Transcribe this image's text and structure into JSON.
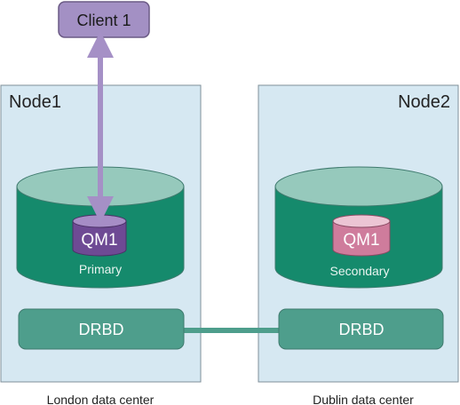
{
  "client": {
    "label": "Client 1"
  },
  "nodes": [
    {
      "label": "Node1",
      "qm_label": "QM1",
      "role": "Primary",
      "drbd_label": "DRBD",
      "datacenter": "London data center"
    },
    {
      "label": "Node2",
      "qm_label": "QM1",
      "role": "Secondary",
      "drbd_label": "DRBD",
      "datacenter": "Dublin data center"
    }
  ],
  "colors": {
    "node_fill": "#d6e8f2",
    "node_stroke": "#7f8f99",
    "disk_body": "#158a6c",
    "disk_top": "#96c9bc",
    "drbd_fill": "#4e9e8c",
    "drbd_stroke": "#3f7a6e",
    "link": "#4e9e8c",
    "client_fill": "#a390c4",
    "client_stroke": "#6b5a85",
    "arrow": "#a590c6",
    "qm_primary_body": "#6e4a94",
    "qm_primary_top": "#a68dc6",
    "qm_secondary_body": "#cf7c9c",
    "qm_secondary_top": "#ecc5d4"
  },
  "icons": [
    "bidirectional-arrow"
  ]
}
